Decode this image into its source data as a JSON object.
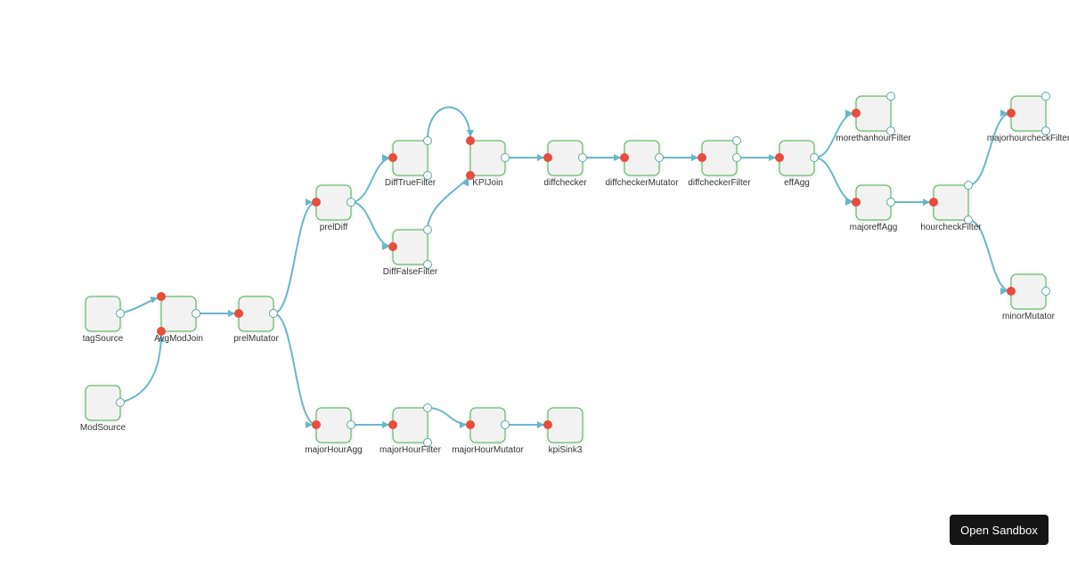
{
  "diagram": {
    "nodes": [
      {
        "id": "tagSource",
        "label": "tagSource"
      },
      {
        "id": "ModSource",
        "label": "ModSource"
      },
      {
        "id": "AvgModJoin",
        "label": "AvgModJoin"
      },
      {
        "id": "prelMutator",
        "label": "prelMutator"
      },
      {
        "id": "prelDiff",
        "label": "prelDiff"
      },
      {
        "id": "majorHourAgg",
        "label": "majorHourAgg"
      },
      {
        "id": "DiffTrueFilter",
        "label": "DiffTrueFilter"
      },
      {
        "id": "DiffFalseFilter",
        "label": "DiffFalseFilter"
      },
      {
        "id": "KPIJoin",
        "label": "KPIJoin"
      },
      {
        "id": "diffchecker",
        "label": "diffchecker"
      },
      {
        "id": "diffcheckerMutator",
        "label": "diffcheckerMutator"
      },
      {
        "id": "diffcheckerFilter",
        "label": "diffcheckerFilter"
      },
      {
        "id": "effAgg",
        "label": "effAgg"
      },
      {
        "id": "morethanhourFilter",
        "label": "morethanhourFilter"
      },
      {
        "id": "majoreffAgg",
        "label": "majoreffAgg"
      },
      {
        "id": "hourcheckFilter",
        "label": "hourcheckFilter"
      },
      {
        "id": "majorhourcheckFilter",
        "label": "majorhourcheckFilter"
      },
      {
        "id": "minorMutator",
        "label": "minorMutator"
      },
      {
        "id": "majorHourFilter",
        "label": "majorHourFilter"
      },
      {
        "id": "majorHourMutator",
        "label": "majorHourMutator"
      },
      {
        "id": "kpiSink3",
        "label": "kpiSink3"
      }
    ],
    "edges": [
      {
        "from": "tagSource",
        "to": "AvgModJoin"
      },
      {
        "from": "ModSource",
        "to": "AvgModJoin"
      },
      {
        "from": "AvgModJoin",
        "to": "prelMutator"
      },
      {
        "from": "prelMutator",
        "to": "prelDiff"
      },
      {
        "from": "prelMutator",
        "to": "majorHourAgg"
      },
      {
        "from": "prelDiff",
        "to": "DiffTrueFilter"
      },
      {
        "from": "prelDiff",
        "to": "DiffFalseFilter"
      },
      {
        "from": "DiffTrueFilter",
        "to": "KPIJoin"
      },
      {
        "from": "DiffFalseFilter",
        "to": "KPIJoin"
      },
      {
        "from": "KPIJoin",
        "to": "diffchecker"
      },
      {
        "from": "diffchecker",
        "to": "diffcheckerMutator"
      },
      {
        "from": "diffcheckerMutator",
        "to": "diffcheckerFilter"
      },
      {
        "from": "diffcheckerFilter",
        "to": "effAgg"
      },
      {
        "from": "effAgg",
        "to": "morethanhourFilter"
      },
      {
        "from": "effAgg",
        "to": "majoreffAgg"
      },
      {
        "from": "majoreffAgg",
        "to": "hourcheckFilter"
      },
      {
        "from": "hourcheckFilter",
        "to": "majorhourcheckFilter"
      },
      {
        "from": "hourcheckFilter",
        "to": "minorMutator"
      },
      {
        "from": "majorHourAgg",
        "to": "majorHourFilter"
      },
      {
        "from": "majorHourFilter",
        "to": "majorHourMutator"
      },
      {
        "from": "majorHourMutator",
        "to": "kpiSink3"
      }
    ]
  },
  "sandbox_button": {
    "label": "Open Sandbox"
  },
  "colors": {
    "node_fill": "#f2f2f2",
    "node_stroke": "#4caf50",
    "input_port": "#e84c3d",
    "output_port": "#5aa9a0",
    "edge": "#6ab6c9",
    "button_bg": "#151515"
  }
}
